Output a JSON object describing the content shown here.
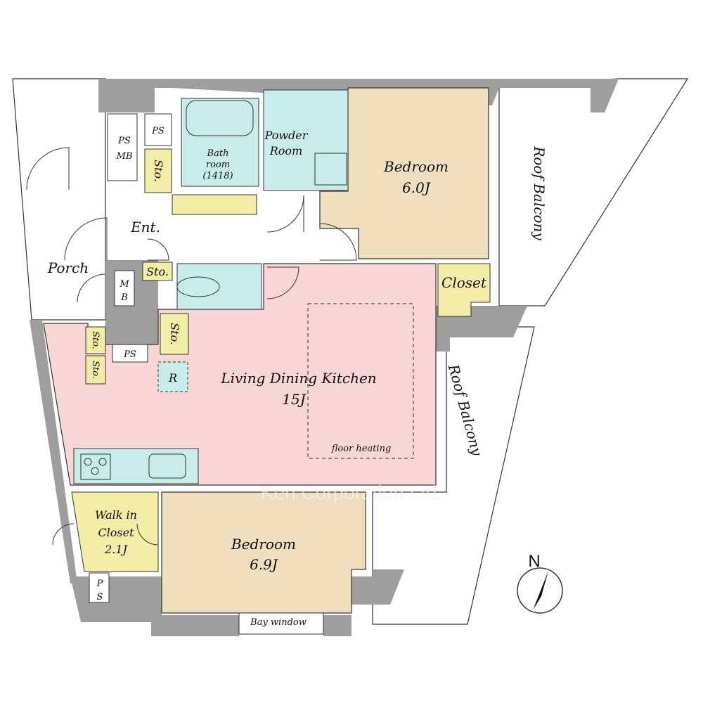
{
  "title": "Floor plan",
  "colors": {
    "ldk": "#f9d6d6",
    "bedroom": "#f0dfbf",
    "storage": "#f3eda8",
    "wet": "#c8ecea",
    "wall": "#9e9e9e"
  },
  "rooms": {
    "bedroom1": {
      "name": "Bedroom",
      "size": "6.0J"
    },
    "bedroom2": {
      "name": "Bedroom",
      "size": "6.9J"
    },
    "ldk": {
      "name": "Living Dining Kitchen",
      "size": "15J",
      "floor_heating": "floor heating"
    },
    "bath": {
      "line1": "Bath",
      "line2": "room",
      "line3": "(1418)"
    },
    "powder": {
      "line1": "Powder",
      "line2": "Room"
    },
    "entrance": "Ent.",
    "porch": "Porch",
    "closet": "Closet",
    "wic": {
      "line1": "Walk in",
      "line2": "Closet",
      "line3": "2.1J"
    },
    "roof_balcony_1": "Roof Balcony",
    "roof_balcony_2": "Roof Balcony",
    "bay_window": "Bay window",
    "refrigerator": "R"
  },
  "labels": {
    "ps": "PS",
    "mb": "MB",
    "p": "P",
    "s": "S",
    "m": "M",
    "b": "B",
    "sto": "Sto."
  },
  "compass": "N",
  "watermark": "Ken Corporation Ltd."
}
